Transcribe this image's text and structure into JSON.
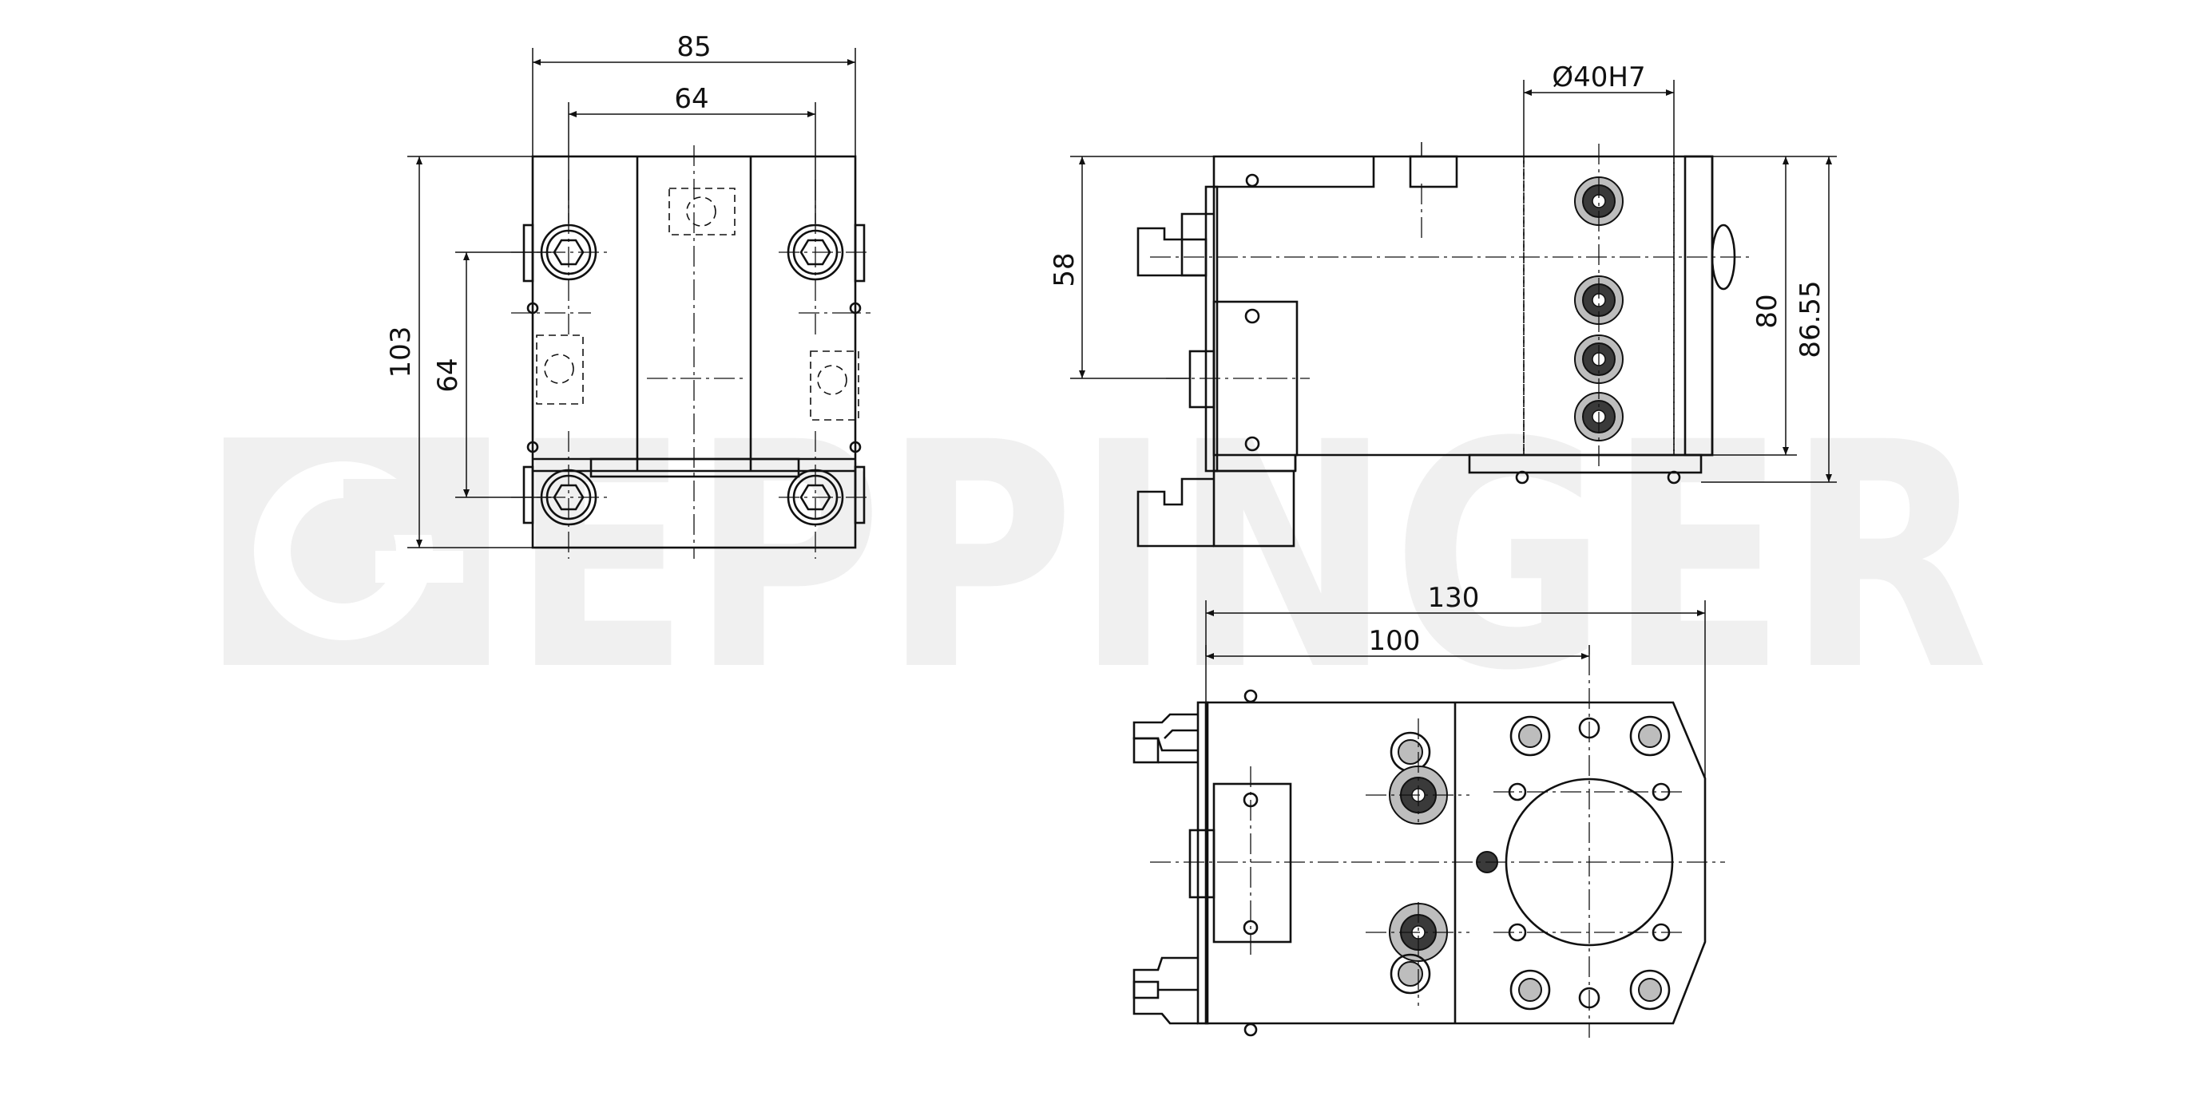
{
  "watermark": {
    "text": "EPPINGER"
  },
  "front_view": {
    "dim_width_outer": "85",
    "dim_width_inner": "64",
    "dim_height_outer": "103",
    "dim_height_inner": "64"
  },
  "side_view": {
    "dim_bore": "Ø40H7",
    "dim_height_left": "58",
    "dim_height_right_inner": "80",
    "dim_height_right_outer": "86.55"
  },
  "top_view": {
    "dim_length_outer": "130",
    "dim_length_inner": "100"
  }
}
